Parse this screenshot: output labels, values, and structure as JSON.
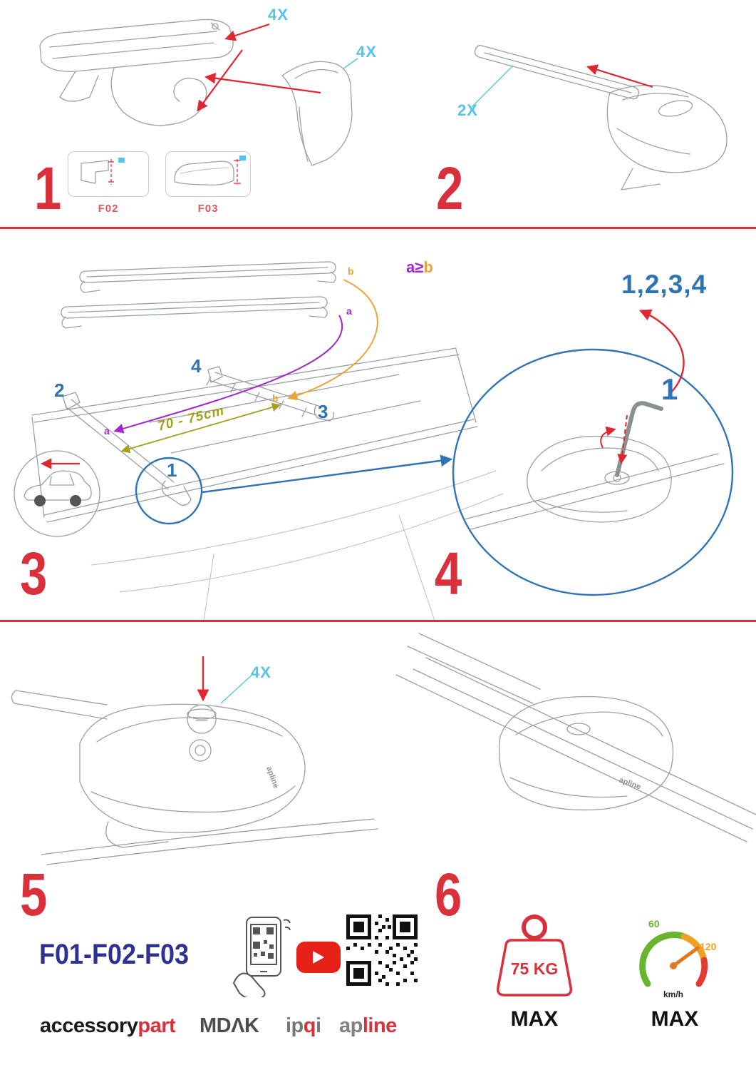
{
  "colors": {
    "red": "#d8313b",
    "arrow_red": "#e0262e",
    "cyan": "#56c3e8",
    "blue": "#2e74b5",
    "purple": "#a226c9",
    "orange": "#eaa53a",
    "olive": "#a3a11d",
    "navy": "#2e3192",
    "line_gray": "#9aa0a6",
    "youtube_red": "#e62117",
    "green": "#69b42e"
  },
  "step1": {
    "numeral": "1",
    "qty_bolt": "4X",
    "qty_cover": "4X",
    "box_f02": "F02",
    "box_f03": "F03"
  },
  "step2": {
    "numeral": "2",
    "qty": "2X"
  },
  "step3": {
    "numeral": "3",
    "bar_b": "b",
    "bar_a": "a",
    "rule_a": "a",
    "rule_op": "≥",
    "rule_b": "b",
    "tip_a": "a",
    "tip_b": "b",
    "distance": "70 - 75cm",
    "pos1": "1",
    "pos2": "2",
    "pos3": "3",
    "pos4": "4"
  },
  "step4": {
    "numeral": "4",
    "sequence": "1,2,3,4",
    "highlight": "1"
  },
  "step5": {
    "numeral": "5",
    "qty": "4X"
  },
  "step6": {
    "numeral": "6"
  },
  "logos": {
    "clamp": "apline"
  },
  "footer": {
    "codes": "F01-F02-F03",
    "brand_accessory": "accessory",
    "brand_part": "part",
    "brand_mdak": "MDΛK",
    "brand_ip": "ip",
    "brand_q": "q",
    "brand_i": "i",
    "brand_ap": "ap",
    "brand_line": "line",
    "weight_value": "75 KG",
    "weight_max": "MAX",
    "speed_60": "60",
    "speed_120": "120",
    "speed_unit": "km/h",
    "speed_max": "MAX"
  }
}
